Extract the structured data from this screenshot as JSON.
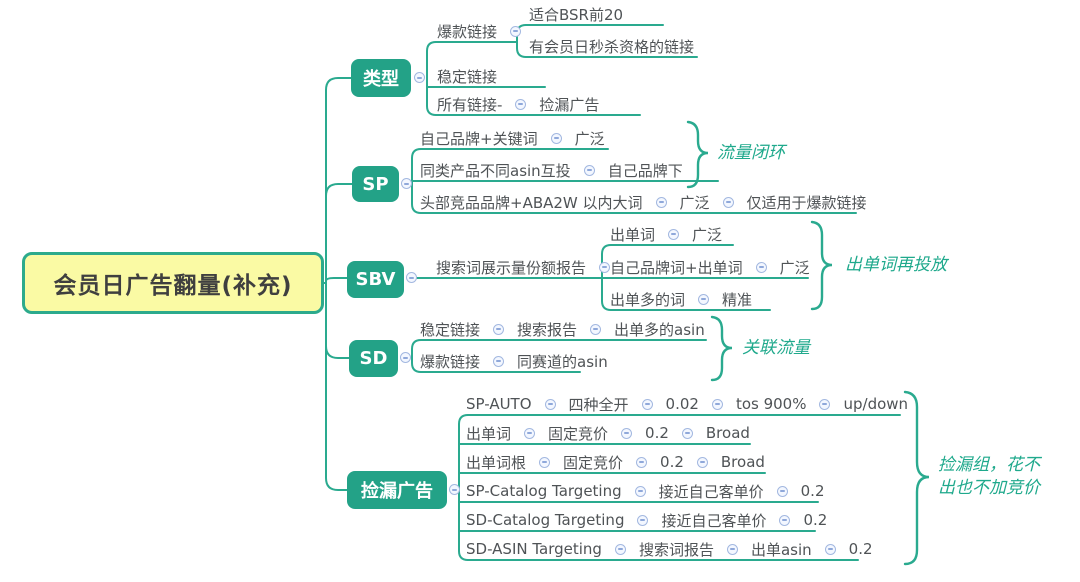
{
  "colors": {
    "accent_teal": "#23a287",
    "line_teal": "#2aaa8f",
    "root_fill": "#fafaa4",
    "root_border": "#2caa8c",
    "root_text": "#3f3f3f",
    "node_text": "#4f5356",
    "summary_text": "#1fa98c",
    "expander_ring": "#a3b8e0"
  },
  "icons": {
    "expander": "collapse-minus-icon"
  },
  "root": {
    "label": "会员日广告翻量(补充)"
  },
  "branches": [
    {
      "label": "类型",
      "rows": [
        {
          "segments": [
            "爆款链接"
          ],
          "children": [
            {
              "segments": [
                "适合BSR前20"
              ]
            },
            {
              "segments": [
                "有会员日秒杀资格的链接"
              ]
            }
          ]
        },
        {
          "segments": [
            "稳定链接"
          ]
        },
        {
          "segments": [
            "所有链接-",
            "捡漏广告"
          ]
        }
      ]
    },
    {
      "label": "SP",
      "summary": "流量闭环",
      "rows": [
        {
          "segments": [
            "自己品牌+关键词",
            "广泛"
          ]
        },
        {
          "segments": [
            "同类产品不同asin互投",
            "自己品牌下"
          ]
        },
        {
          "segments": [
            "头部竞品品牌+ABA2W 以内大词",
            "广泛",
            "仅适用于爆款链接"
          ]
        }
      ]
    },
    {
      "label": "SBV",
      "summary": "出单词再投放",
      "rows": [
        {
          "segments": [
            "搜索词展示量份额报告"
          ],
          "children": [
            {
              "segments": [
                "出单词",
                "广泛"
              ]
            },
            {
              "segments": [
                "自己品牌词+出单词",
                "广泛"
              ]
            },
            {
              "segments": [
                "出单多的词",
                "精准"
              ]
            }
          ]
        }
      ]
    },
    {
      "label": "SD",
      "summary": "关联流量",
      "rows": [
        {
          "segments": [
            "稳定链接",
            "搜索报告",
            "出单多的asin"
          ]
        },
        {
          "segments": [
            "爆款链接",
            "同赛道的asin"
          ]
        }
      ]
    },
    {
      "label": "捡漏广告",
      "summary": "捡漏组，花不\n出也不加竞价",
      "rows": [
        {
          "segments": [
            "SP-AUTO",
            "四种全开",
            "0.02",
            "tos 900%",
            "up/down"
          ]
        },
        {
          "segments": [
            "出单词",
            "固定竞价",
            "0.2",
            "Broad"
          ]
        },
        {
          "segments": [
            "出单词根",
            "固定竞价",
            "0.2",
            "Broad"
          ]
        },
        {
          "segments": [
            "SP-Catalog Targeting",
            "接近自己客单价",
            "0.2"
          ]
        },
        {
          "segments": [
            "SD-Catalog Targeting",
            "接近自己客单价",
            "0.2"
          ]
        },
        {
          "segments": [
            "SD-ASIN Targeting",
            "搜索词报告",
            "出单asin",
            "0.2"
          ]
        }
      ]
    }
  ]
}
